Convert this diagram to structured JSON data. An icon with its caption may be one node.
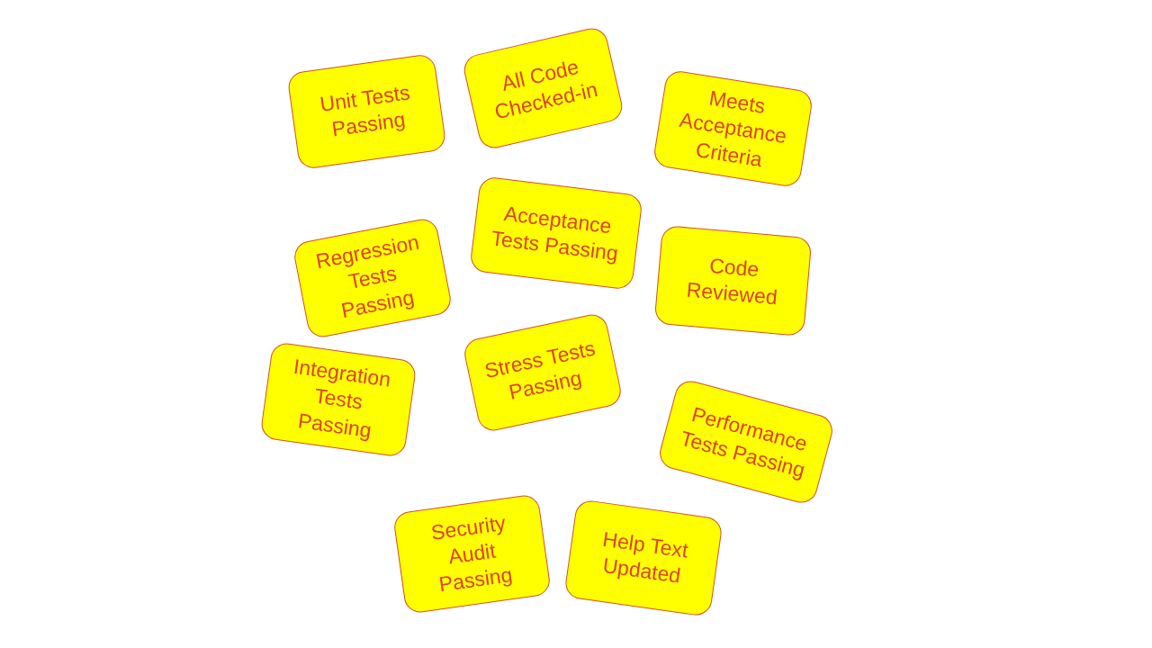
{
  "diagram": {
    "nodes": [
      {
        "text": [
          "Unit Tests Passing"
        ]
      },
      {
        "text": [
          "All Code Checked-in"
        ]
      },
      {
        "text": [
          "Meets Acceptance Criteria"
        ]
      },
      {
        "text": [
          "Acceptance Tests Passing"
        ]
      },
      {
        "text": [
          "Regression Tests Passing"
        ]
      },
      {
        "text": [
          "Code Reviewed"
        ]
      },
      {
        "text": [
          "Integration Tests Passing"
        ]
      },
      {
        "text": [
          "Stress Tests Passing"
        ]
      },
      {
        "text": [
          "Performance Tests Passing"
        ]
      },
      {
        "text": [
          "Security Audit Passing"
        ]
      },
      {
        "text": [
          "Help Text Updated"
        ]
      }
    ]
  }
}
